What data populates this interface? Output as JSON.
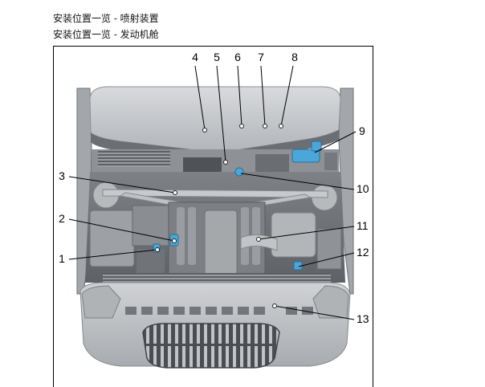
{
  "header": {
    "title_injection": "安装位置一览 - 喷射装置",
    "title_engine_bay": "安装位置一览 - 发动机舱"
  },
  "figure": {
    "callouts": [
      "1",
      "2",
      "3",
      "4",
      "5",
      "6",
      "7",
      "8",
      "9",
      "10",
      "11",
      "12",
      "13"
    ],
    "highlight_color": "#4ba6da",
    "illustration_color": "#9a9da1"
  }
}
